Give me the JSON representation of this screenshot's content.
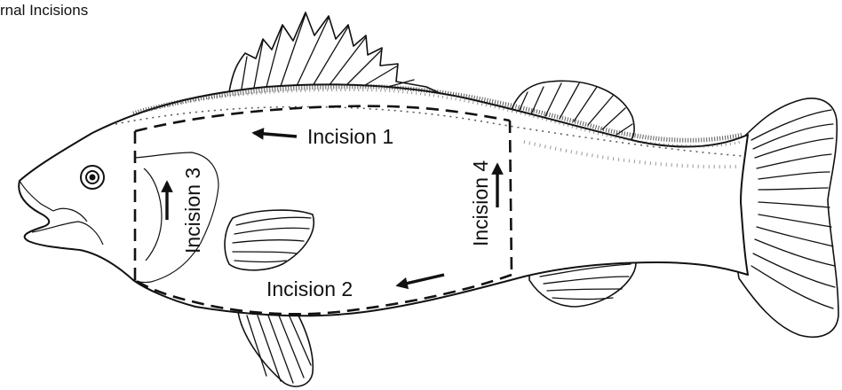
{
  "title": "rnal Incisions",
  "labels": {
    "incision1": "Incision 1",
    "incision2": "Incision 2",
    "incision3": "Incision 3",
    "incision4": "Incision 4"
  },
  "colors": {
    "ink": "#111111",
    "background": "#ffffff"
  }
}
